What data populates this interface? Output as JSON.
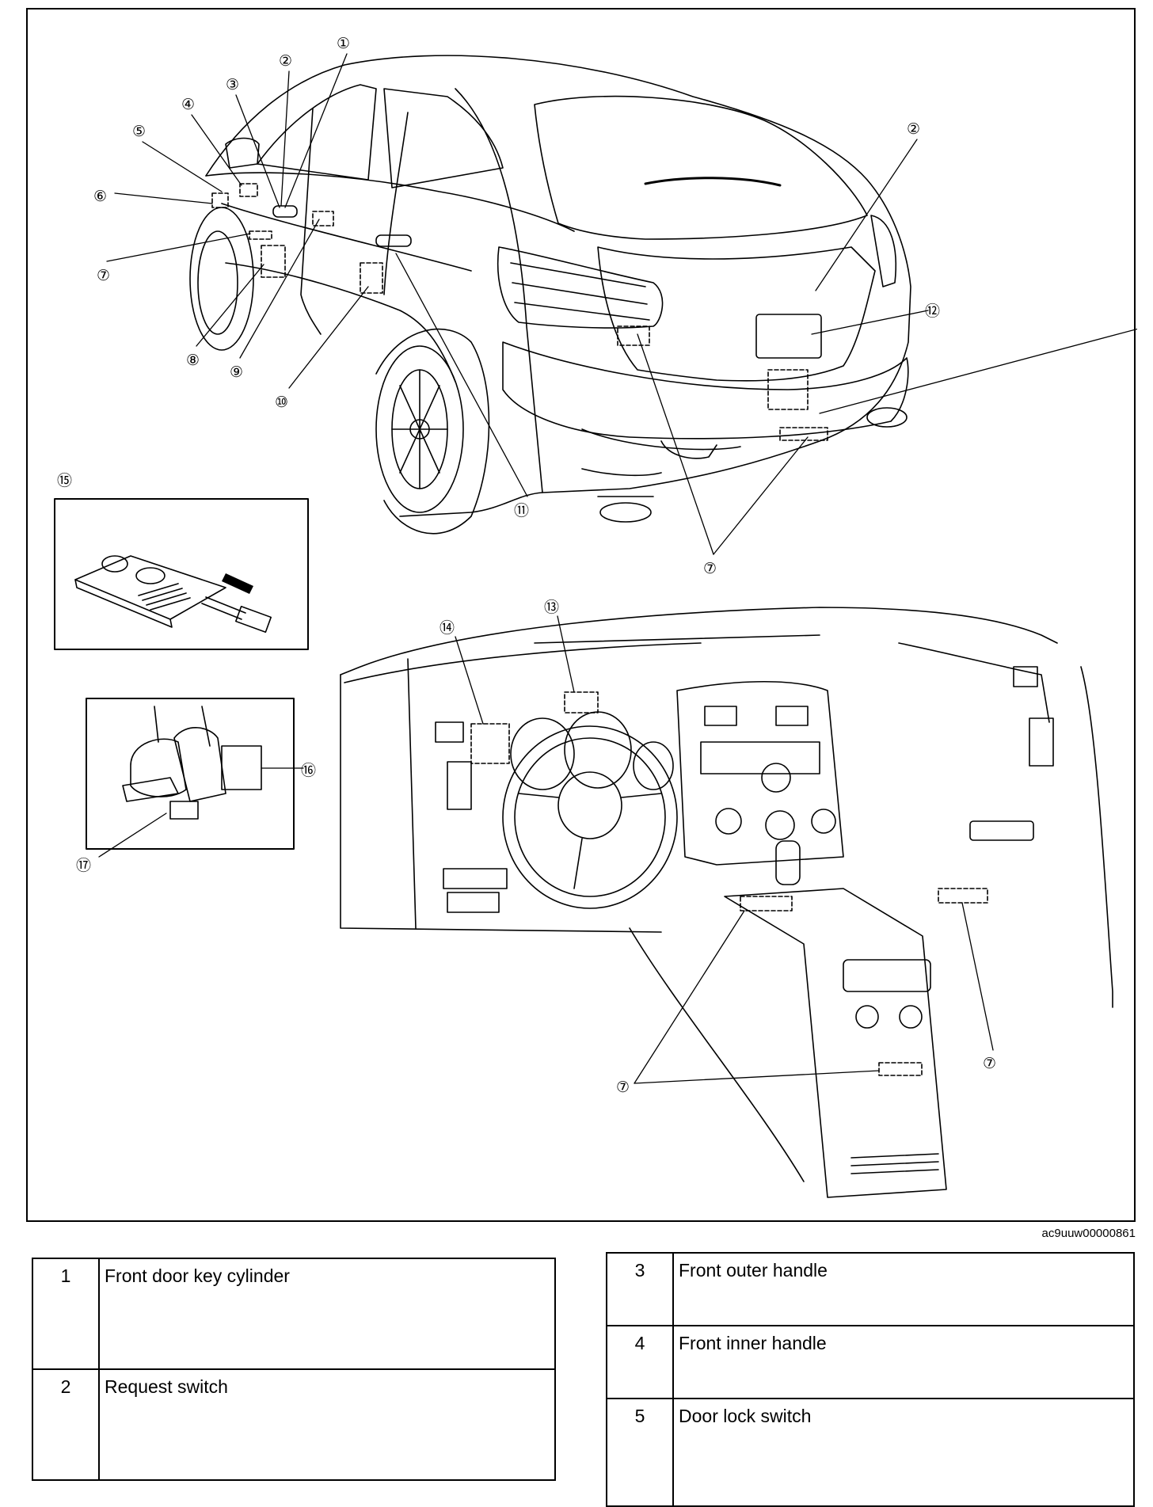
{
  "figure": {
    "code": "ac9uuw00000861",
    "callouts": [
      "①",
      "②",
      "③",
      "④",
      "⑤",
      "⑥",
      "⑦",
      "⑧",
      "⑨",
      "⑩",
      "⑪",
      "⑫",
      "⑬",
      "⑭",
      "⑮",
      "⑯",
      "⑰"
    ]
  },
  "parts_left": [
    {
      "num": "1",
      "label": "Front door key cylinder"
    },
    {
      "num": "2",
      "label": "Request switch"
    }
  ],
  "parts_right": [
    {
      "num": "3",
      "label": "Front outer handle"
    },
    {
      "num": "4",
      "label": "Front inner handle"
    },
    {
      "num": "5",
      "label": "Door lock switch"
    }
  ]
}
